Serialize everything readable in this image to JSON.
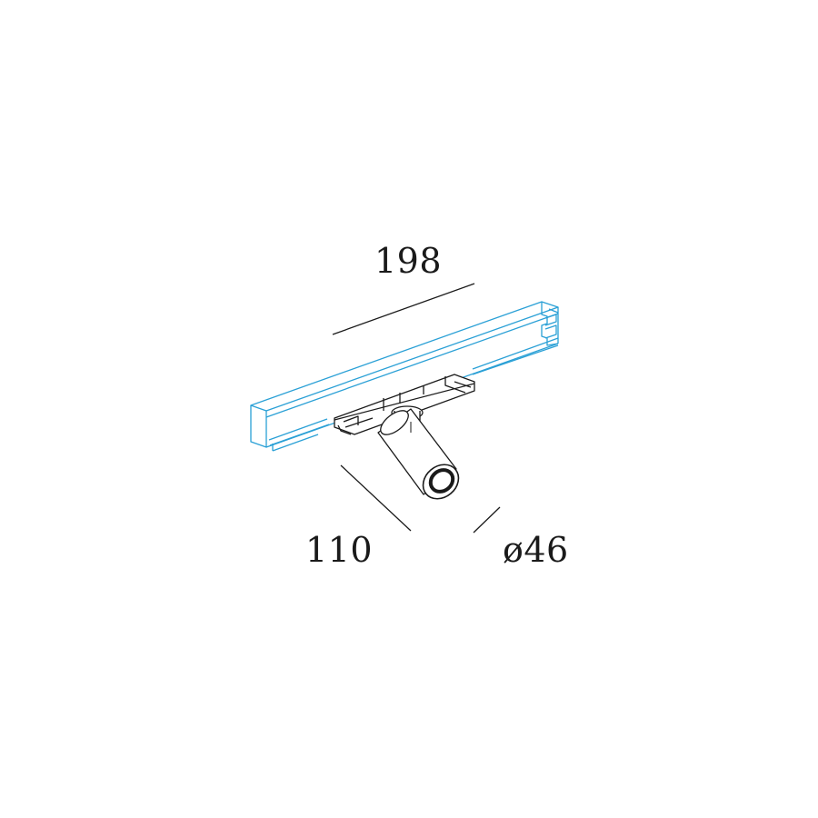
{
  "dimensions": {
    "length": "198",
    "depth": "110",
    "diameter": "ø46"
  },
  "colors": {
    "track": "#2aa0d6",
    "fixture": "#1a1a1a",
    "dimension_line": "#1a1a1a",
    "background": "#ffffff"
  }
}
